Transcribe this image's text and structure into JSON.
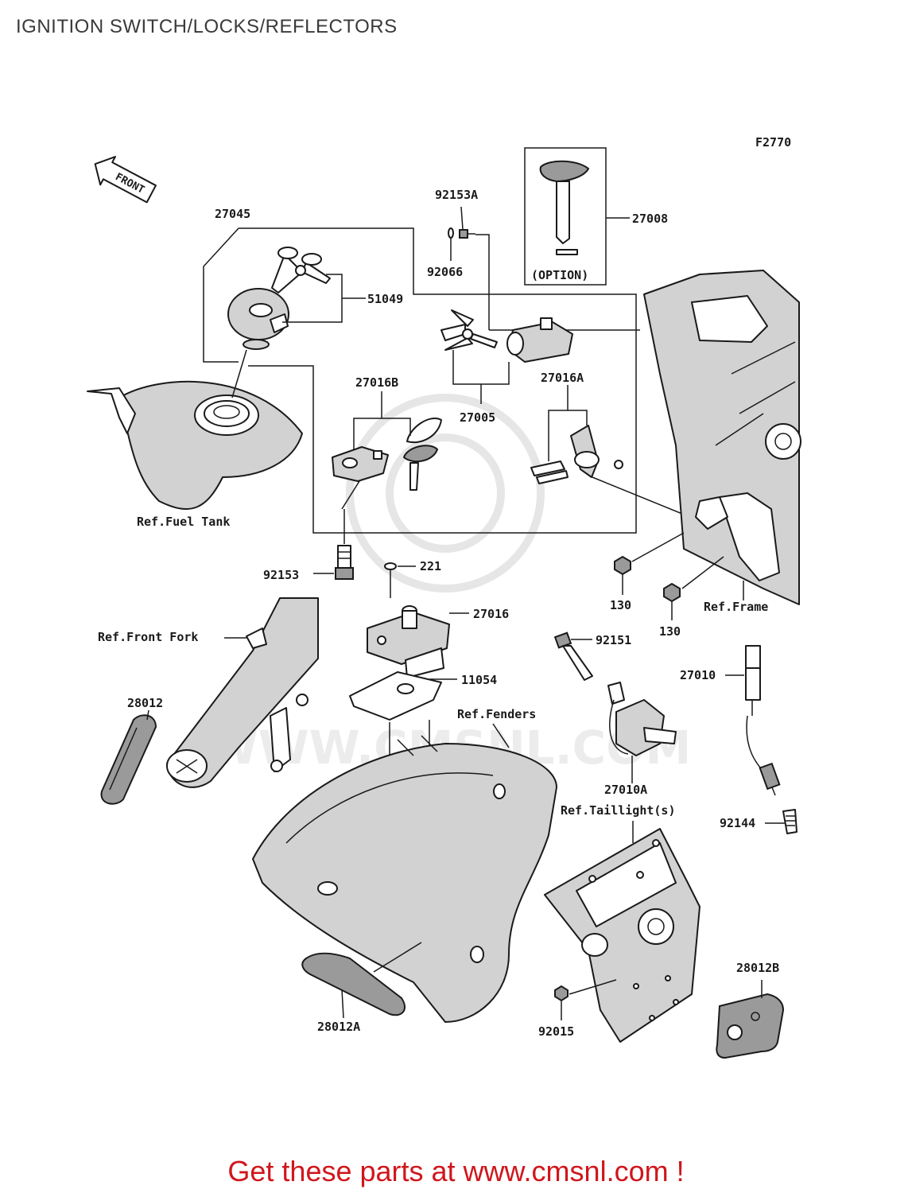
{
  "page": {
    "title": "IGNITION SWITCH/LOCKS/REFLECTORS"
  },
  "diagram": {
    "figure_code": "F2770",
    "direction_label": "FRONT",
    "option_label": "(OPTION)",
    "callouts": {
      "p27045": "27045",
      "p51049": "51049",
      "p92153A": "92153A",
      "p92066": "92066",
      "p27008": "27008",
      "p27016B": "27016B",
      "p27005": "27005",
      "p27016A": "27016A",
      "p92153": "92153",
      "p221": "221",
      "p27016": "27016",
      "p11054": "11054",
      "p92151": "92151",
      "p130a": "130",
      "p130b": "130",
      "p27010": "27010",
      "p27010A": "27010A",
      "p28012": "28012",
      "p28012A": "28012A",
      "p28012B": "28012B",
      "p92015": "92015",
      "p92144": "92144"
    },
    "references": {
      "fuel_tank": "Ref.Fuel Tank",
      "front_fork": "Ref.Front Fork",
      "frame": "Ref.Frame",
      "fenders": "Ref.Fenders",
      "taillights": "Ref.Taillight(s)"
    },
    "watermark_text": "WWW.CMSNL.COM"
  },
  "promo": {
    "text": "Get these parts at www.cmsnl.com !",
    "color": "#d0161c"
  }
}
